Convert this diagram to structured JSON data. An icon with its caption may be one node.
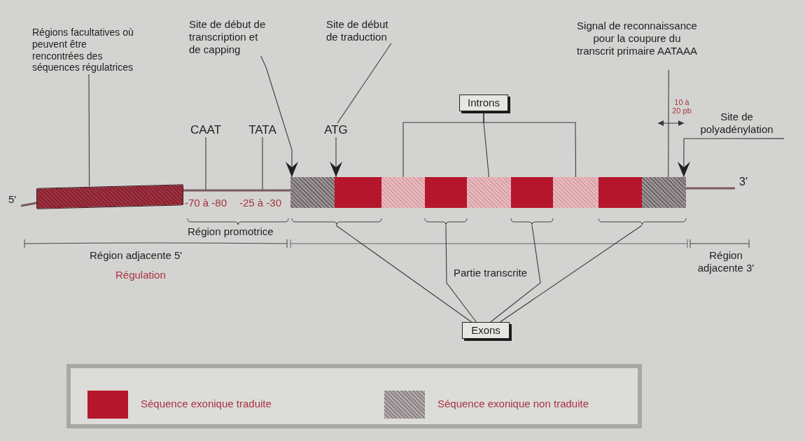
{
  "diagram": {
    "nodes": [
      {
        "text": [
          "Régions facultatives où peuvent être rencontrées des séquences régulatrices"
        ]
      },
      {
        "text": [
          "Site de début de transcription et de capping"
        ]
      },
      {
        "text": [
          "Site de début de traduction"
        ]
      },
      {
        "text": [
          "Signal de reconnaissance pour la coupure du transcrit primaire AATAAA"
        ]
      },
      {
        "text": [
          "Introns"
        ]
      },
      {
        "text": [
          "Site de polyadénylation"
        ]
      },
      {
        "text": [
          "CAAT"
        ]
      },
      {
        "text": [
          "TATA"
        ]
      },
      {
        "text": [
          "ATG"
        ]
      },
      {
        "text": [],
        "shape": "bar"
      },
      {
        "text": [],
        "shape": "box"
      },
      {
        "text": [],
        "shape": "box"
      },
      {
        "text": [],
        "shape": "box"
      },
      {
        "text": [],
        "shape": "box"
      },
      {
        "text": [],
        "shape": "box"
      },
      {
        "text": [],
        "shape": "box"
      },
      {
        "text": [],
        "shape": "box"
      },
      {
        "text": [],
        "shape": "box"
      },
      {
        "text": [],
        "shape": "box"
      },
      {
        "text": [
          "Exons"
        ]
      }
    ],
    "edges": [
      {
        "from": 0,
        "to": 9,
        "arrow": "none"
      },
      {
        "from": 1,
        "to": 10,
        "arrow": "to"
      },
      {
        "from": 2,
        "to": 8,
        "arrow": "none"
      },
      {
        "from": 8,
        "to": 11,
        "arrow": "to"
      },
      {
        "from": 4,
        "to": 12,
        "arrow": "none"
      },
      {
        "from": 4,
        "to": 14,
        "arrow": "none"
      },
      {
        "from": 4,
        "to": 16,
        "arrow": "none"
      },
      {
        "from": 3,
        "to": 18,
        "arrow": "none"
      },
      {
        "from": 5,
        "to": 18,
        "arrow": "to"
      },
      {
        "from": 6,
        "to": null,
        "arrow": "none"
      },
      {
        "from": 7,
        "to": null,
        "arrow": "none"
      },
      {
        "from": 19,
        "to": null,
        "arrow": "none"
      },
      {
        "from": 19,
        "to": null,
        "arrow": "none"
      },
      {
        "from": 19,
        "to": null,
        "arrow": "none"
      },
      {
        "from": 19,
        "to": null,
        "arrow": "none"
      },
      {
        "from": 9,
        "to": 10,
        "arrow": "none",
        "style": "thick",
        "color": "#7a5a5e"
      }
    ],
    "labels": [
      "10 à 20 pb",
      "3'",
      "5'",
      "-70 à -80",
      "-25 à -30",
      "Région promotrice",
      "Région adjacente 5'",
      "Région adjacente 3'",
      "Partie transcrite",
      "Régulation"
    ],
    "legend": [
      {
        "text": "Séquence exonique traduite",
        "color": "#b5162c"
      },
      {
        "text": "Séquence exonique non traduite",
        "color": "#8c8284"
      }
    ]
  }
}
